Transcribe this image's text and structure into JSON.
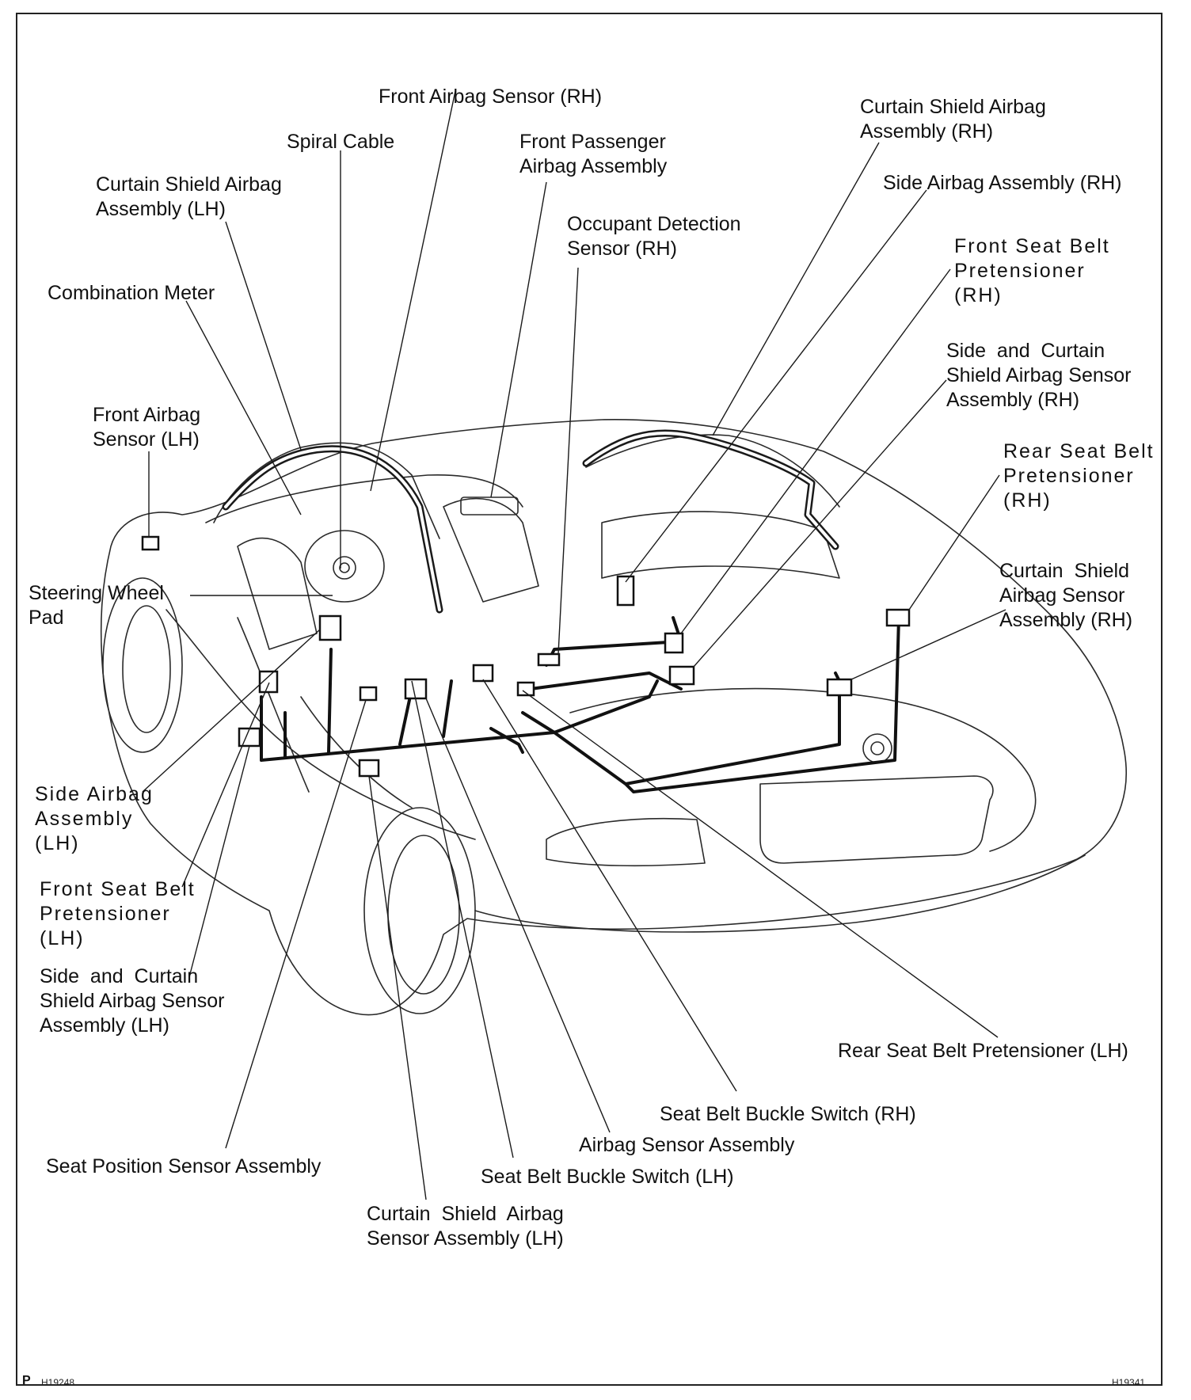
{
  "labels": {
    "front_airbag_sensor_rh": "Front Airbag Sensor (RH)",
    "spiral_cable": "Spiral Cable",
    "front_passenger_airbag": "Front Passenger\nAirbag Assembly",
    "curtain_shield_airbag_rh": "Curtain Shield Airbag\nAssembly (RH)",
    "side_airbag_rh": "Side Airbag Assembly (RH)",
    "curtain_shield_airbag_lh": "Curtain Shield Airbag\nAssembly (LH)",
    "occupant_detection_sensor_rh": "Occupant Detection\nSensor (RH)",
    "front_seat_belt_pretensioner_rh": "Front Seat Belt\nPretensioner\n(RH)",
    "combination_meter": "Combination Meter",
    "side_curtain_sensor_rh": "Side  and  Curtain\nShield Airbag Sensor\nAssembly (RH)",
    "front_airbag_sensor_lh": "Front Airbag\nSensor (LH)",
    "rear_seat_belt_pretensioner_rh": "Rear Seat Belt\nPretensioner\n(RH)",
    "steering_wheel_pad": "Steering Wheel\nPad",
    "curtain_shield_sensor_rh": "Curtain  Shield\nAirbag Sensor\nAssembly (RH)",
    "side_airbag_lh": "Side Airbag\nAssembly\n(LH)",
    "front_seat_belt_pretensioner_lh": "Front Seat Belt\nPretensioner\n(LH)",
    "side_curtain_sensor_lh": "Side  and  Curtain\nShield Airbag Sensor\nAssembly (LH)",
    "rear_seat_belt_pretensioner_lh": "Rear Seat Belt Pretensioner (LH)",
    "seat_belt_buckle_switch_rh": "Seat Belt Buckle Switch (RH)",
    "airbag_sensor_assembly": "Airbag Sensor Assembly",
    "seat_position_sensor": "Seat Position Sensor Assembly",
    "seat_belt_buckle_switch_lh": "Seat Belt Buckle Switch (LH)",
    "curtain_shield_sensor_lh": "Curtain  Shield  Airbag\nSensor Assembly (LH)"
  },
  "footer": {
    "p_mark": "P",
    "code_left": "H19248",
    "code_right": "H19341"
  },
  "colors": {
    "line": "#1a1a1a",
    "background": "#ffffff"
  }
}
